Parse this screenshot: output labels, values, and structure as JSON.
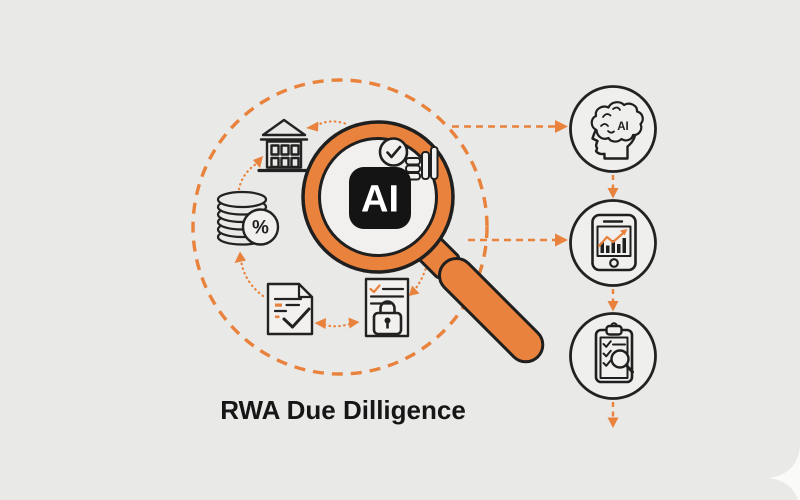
{
  "illustration": {
    "title": "RWA Due Dilligence",
    "palette": {
      "accent_orange": "#E8823C",
      "ink_black": "#1F1F1F",
      "background_gray": "#E9E9E7",
      "ai_chip_black": "#141414",
      "ai_text_white": "#FFFFFF",
      "paper_light": "#F1F0EE"
    },
    "magnifier": {
      "ai_chip_label": "AI"
    },
    "coins": {
      "percent_label": "%"
    },
    "head": {
      "ai_label": "AI"
    },
    "inner_cycle_icons": [
      {
        "name": "bank-icon"
      },
      {
        "name": "coins-percent-icon"
      },
      {
        "name": "document-check-icon"
      },
      {
        "name": "document-lock-icon"
      },
      {
        "name": "check-badge-icon"
      },
      {
        "name": "mini-ledger-icon"
      }
    ],
    "right_flow_icons": [
      {
        "name": "ai-brain-head-icon"
      },
      {
        "name": "phone-analytics-icon"
      },
      {
        "name": "clipboard-audit-icon"
      }
    ]
  }
}
